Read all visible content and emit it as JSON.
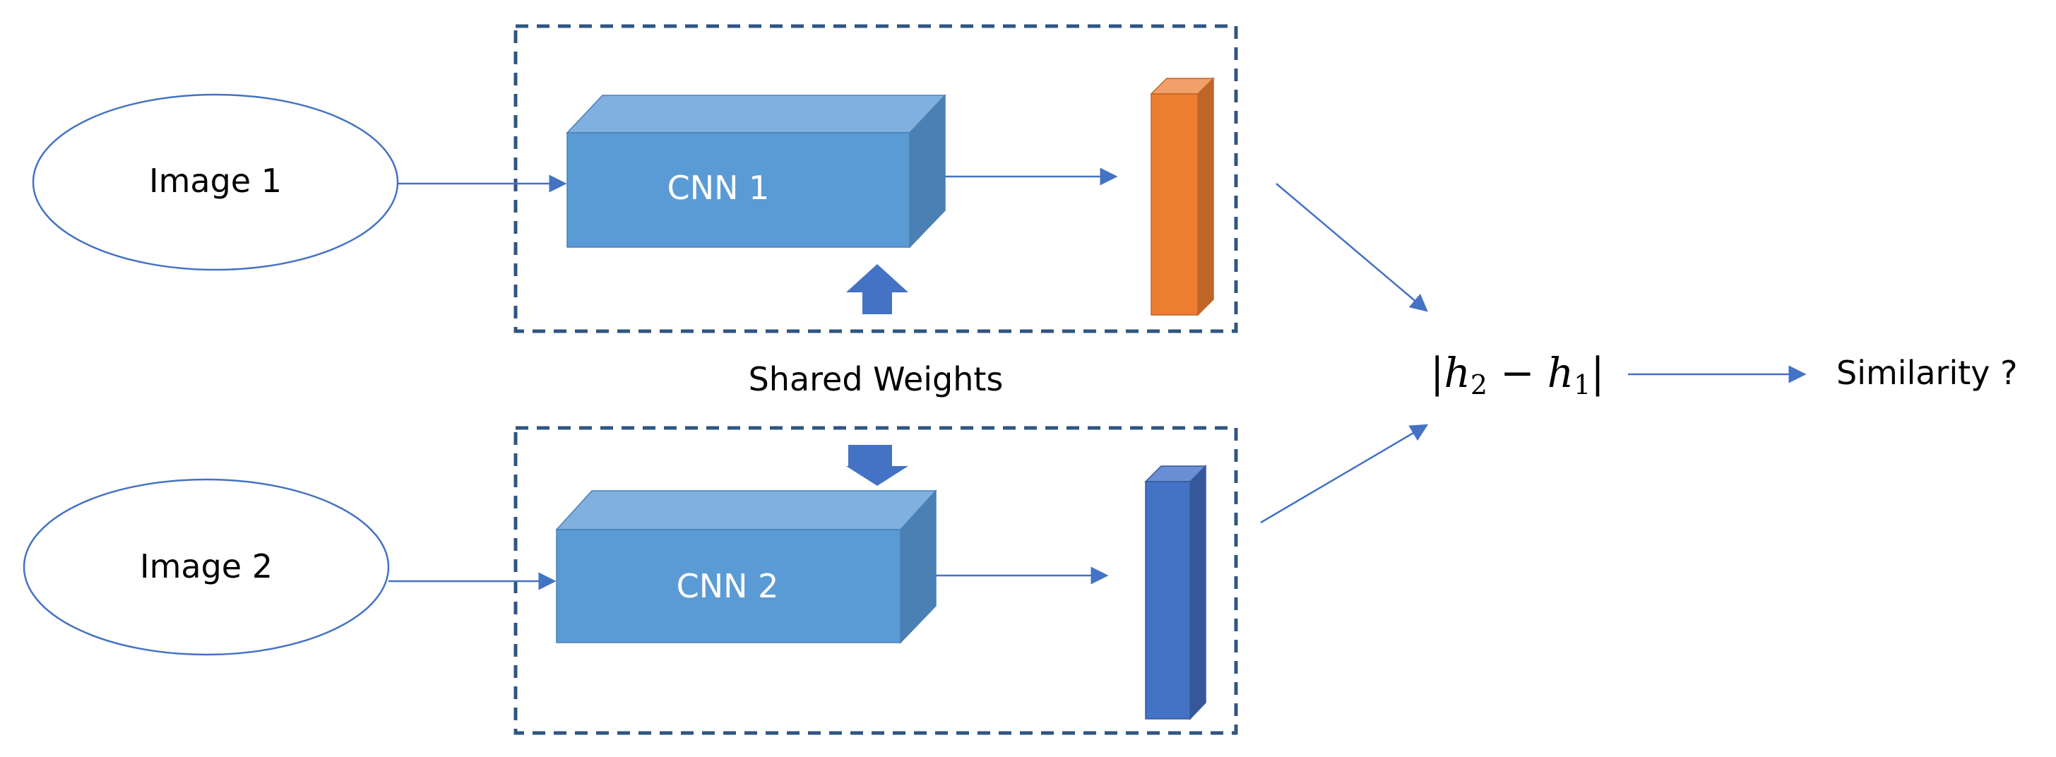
{
  "inputs": {
    "image1_label": "Image 1",
    "image2_label": "Image 2"
  },
  "networks": {
    "cnn1_label": "CNN 1",
    "cnn2_label": "CNN 2",
    "shared_label": "Shared Weights"
  },
  "output": {
    "formula_bar_open": "|",
    "formula_h2": "h",
    "formula_sub2": "2",
    "formula_minus": "−",
    "formula_h1": "h",
    "formula_sub1": "1",
    "formula_bar_close": "|",
    "similarity_label": "Similarity ?"
  },
  "colors": {
    "arrow": "#4472C4",
    "box_front": "#5B9BD5",
    "box_top": "#7FB0DF",
    "box_side": "#4A80B3",
    "orange_front": "#ED7D31",
    "orange_top": "#F2A06A",
    "orange_side": "#BF6528",
    "blue_vec_front": "#4472C4",
    "blue_vec_top": "#6B8FD4",
    "blue_vec_side": "#35589A",
    "dashed_border": "#2F5580"
  }
}
